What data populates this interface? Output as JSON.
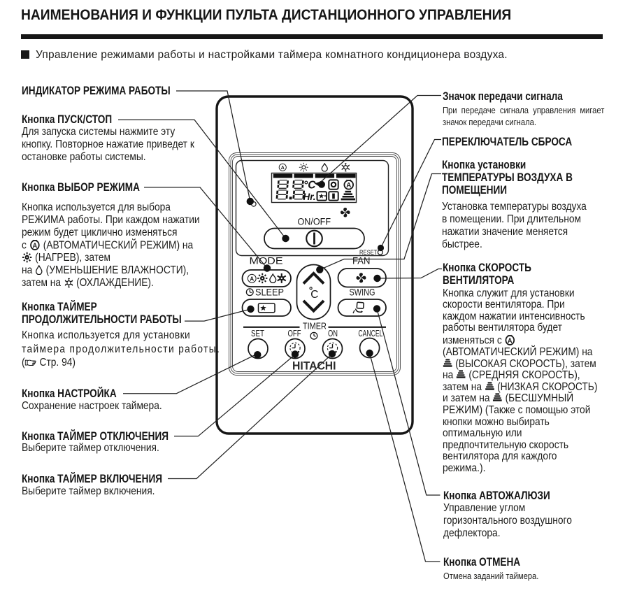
{
  "page": {
    "title": "НАИМЕНОВАНИЯ И ФУНКЦИИ ПУЛЬТА ДИСТАНЦИОННОГО УПРАВЛЕНИЯ",
    "intro": "Управление режимами работы и настройками таймера комнатного кондиционера воздуха."
  },
  "labels": {
    "left": [
      {
        "heading": [
          "ИНДИКАТОР РЕЖИМА РАБОТЫ"
        ],
        "body": []
      },
      {
        "heading": [
          "Кнопка ПУСК/СТОП"
        ],
        "body": [
          "Для запуска системы нажмите эту",
          "кнопку. Повторное нажатие приведет к",
          "остановке работы системы."
        ]
      },
      {
        "heading": [
          "Кнопка ВЫБОР РЕЖИМА"
        ],
        "body": [
          "Кнопка используется для выбора",
          "РЕЖИМА работы. При каждом нажатии",
          "режим будет циклично изменяться",
          "с {autoB} (АВТОМАТИЧЕСКИЙ РЕЖИМ) на",
          "{heatB} (НАГРЕВ), затем",
          "на {drop} (УМЕНЬШЕНИЕ ВЛАЖНОСТИ),",
          "затем на {coolO} (ОХЛАЖДЕНИЕ)."
        ]
      },
      {
        "heading": [
          "Кнопка ТАЙМЕР",
          "ПРОДОЛЖИТЕЛЬНОСТИ РАБОТЫ"
        ],
        "body": [
          "Кнопка используется для установки",
          "таймера продолжительности работы.",
          "({hand} Стр. 94)"
        ]
      },
      {
        "heading": [
          "Кнопка НАСТРОЙКА"
        ],
        "body": [
          "Сохранение настроек таймера."
        ]
      },
      {
        "heading": [
          "Кнопка ТАЙМЕР ОТКЛЮЧЕНИЯ"
        ],
        "body": [
          "Выберите таймер отключения."
        ]
      },
      {
        "heading": [
          "Кнопка ТАЙМЕР ВКЛЮЧЕНИЯ"
        ],
        "body": [
          "Выберите таймер включения."
        ]
      }
    ],
    "right": [
      {
        "heading": [
          "Значок передачи сигнала"
        ],
        "body": [
          "При передаче сигнала управления мигает",
          "значок передачи сигнала."
        ]
      },
      {
        "heading": [
          "ПЕРЕКЛЮЧАТЕЛЬ СБРОСА"
        ],
        "body": []
      },
      {
        "heading": [
          "Кнопка установки",
          "ТЕМПЕРАТУРЫ ВОЗДУХА В",
          "ПОМЕЩЕНИИ"
        ],
        "body": [
          "Установка температуры воздуха",
          "в помещении. При длительном",
          "нажатии значение меняется",
          "быстрее."
        ]
      },
      {
        "heading": [
          "Кнопка СКОРОСТЬ",
          "ВЕНТИЛЯТОРА"
        ],
        "body": [
          "Кнопка служит для установки",
          "скорости вентилятора. При",
          "каждом нажатии интенсивность",
          "работы вентилятора будет",
          "изменяться с {autoB}",
          "(АВТОМАТИЧЕСКИЙ РЕЖИМ) на",
          "{fansp} (ВЫСОКАЯ СКОРОСТЬ), затем",
          "на {fansp} (СРЕДНЯЯ СКОРОСТЬ),",
          "затем на {fansp} (НИЗКАЯ СКОРОСТЬ)",
          "и затем на {fansp} (БЕСШУМНЫЙ",
          "РЕЖИМ) (Также с помощью этой",
          "кнопки можно выбирать",
          "оптимальную или",
          "предпочтительную скорость",
          "вентилятора для каждого",
          "режима.)."
        ]
      },
      {
        "heading": [
          "Кнопка АВТОЖАЛЮЗИ"
        ],
        "body": [
          "Управление углом",
          "горизонтального воздушного",
          "дефлектора."
        ]
      },
      {
        "heading": [
          "Кнопка ОТМЕНА"
        ],
        "body": [
          "Отмена заданий таймера."
        ]
      }
    ]
  },
  "remote": {
    "brand": "HITACHI",
    "on_off": "ON/OFF",
    "reset": "RESET",
    "mode": "MODE",
    "fan": "FAN",
    "sleep": "SLEEP",
    "swing": "SWING",
    "timer": "TIMER",
    "set": "SET",
    "off": "OFF",
    "on": "ON",
    "cancel": "CANCEL",
    "temp_scale": "C",
    "lcd": {
      "temp": "88",
      "temp_unit": "°C",
      "hours": "8.8",
      "hours_unit": "Hr."
    },
    "display_icons": [
      "auto",
      "heat",
      "dry",
      "cool"
    ]
  },
  "colors": {
    "ink": "#161616",
    "line": "#222222"
  }
}
